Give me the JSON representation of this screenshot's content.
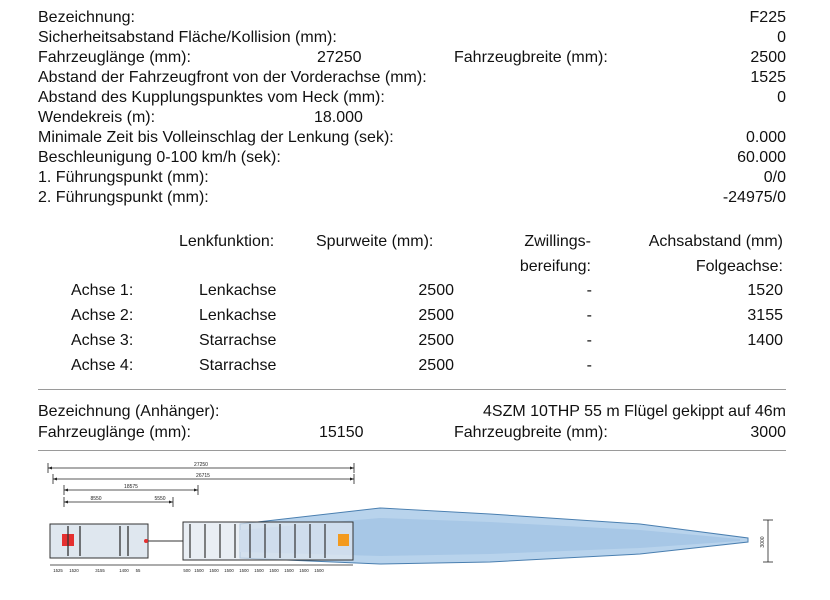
{
  "vehicle": {
    "designation_label": "Bezeichnung:",
    "designation_value": "F225",
    "safety_label": "Sicherheitsabstand Fläche/Kollision (mm):",
    "safety_value": "0",
    "length_label": "Fahrzeuglänge (mm):",
    "length_value": "27250",
    "width_label": "Fahrzeugbreite (mm):",
    "width_value": "2500",
    "front_axle_label": "Abstand der Fahrzeugfront von der Vorderachse (mm):",
    "front_axle_value": "1525",
    "coupling_label": "Abstand des Kupplungspunktes vom Heck (mm):",
    "coupling_value": "0",
    "turning_label": "Wendekreis (m):",
    "turning_value": "18.000",
    "steer_time_label": "Minimale Zeit bis Volleinschlag der Lenkung (sek):",
    "steer_time_value": "0.000",
    "accel_label": "Beschleunigung 0-100 km/h (sek):",
    "accel_value": "60.000",
    "guide1_label": "1. Führungspunkt (mm):",
    "guide1_value": "0/0",
    "guide2_label": "2. Führungspunkt (mm):",
    "guide2_value": "-24975/0"
  },
  "axle_table": {
    "headers": {
      "steering": "Lenkfunktion:",
      "track": "Spurweite (mm):",
      "twin_1": "Zwillings-",
      "twin_2": "bereifung:",
      "spacing_1": "Achsabstand (mm)",
      "spacing_2": "Folgeachse:"
    },
    "rows": [
      {
        "axle": "Achse 1:",
        "steering": "Lenkachse",
        "track": "2500",
        "twin": "-",
        "spacing": "1520"
      },
      {
        "axle": "Achse 2:",
        "steering": "Lenkachse",
        "track": "2500",
        "twin": "-",
        "spacing": "3155"
      },
      {
        "axle": "Achse 3:",
        "steering": "Starrachse",
        "track": "2500",
        "twin": "-",
        "spacing": "1400"
      },
      {
        "axle": "Achse 4:",
        "steering": "Starrachse",
        "track": "2500",
        "twin": "-",
        "spacing": ""
      }
    ]
  },
  "trailer": {
    "designation_label": "Bezeichnung (Anhänger):",
    "designation_value": "4SZM 10THP 55 m Flügel gekippt auf 46m",
    "length_label": "Fahrzeuglänge (mm):",
    "length_value": "15150",
    "width_label": "Fahrzeugbreite (mm):",
    "width_value": "3000"
  },
  "drawing": {
    "dim_total": "27250",
    "dim_2": "26715",
    "dim_3": "18575",
    "dim_4a": "8550",
    "dim_4b": "5550",
    "bottom_dims": [
      "1525",
      "1520",
      "3155",
      "1400",
      "55",
      "500",
      "1500",
      "1500",
      "1500",
      "1500",
      "1500",
      "1500",
      "1500",
      "1500",
      "1500"
    ],
    "height_dim": "3000",
    "colors": {
      "blade": "#b8d3ec",
      "blade_edge": "#4a7fb0",
      "red_marker": "#e53030",
      "orange_marker": "#f39a1e"
    }
  }
}
